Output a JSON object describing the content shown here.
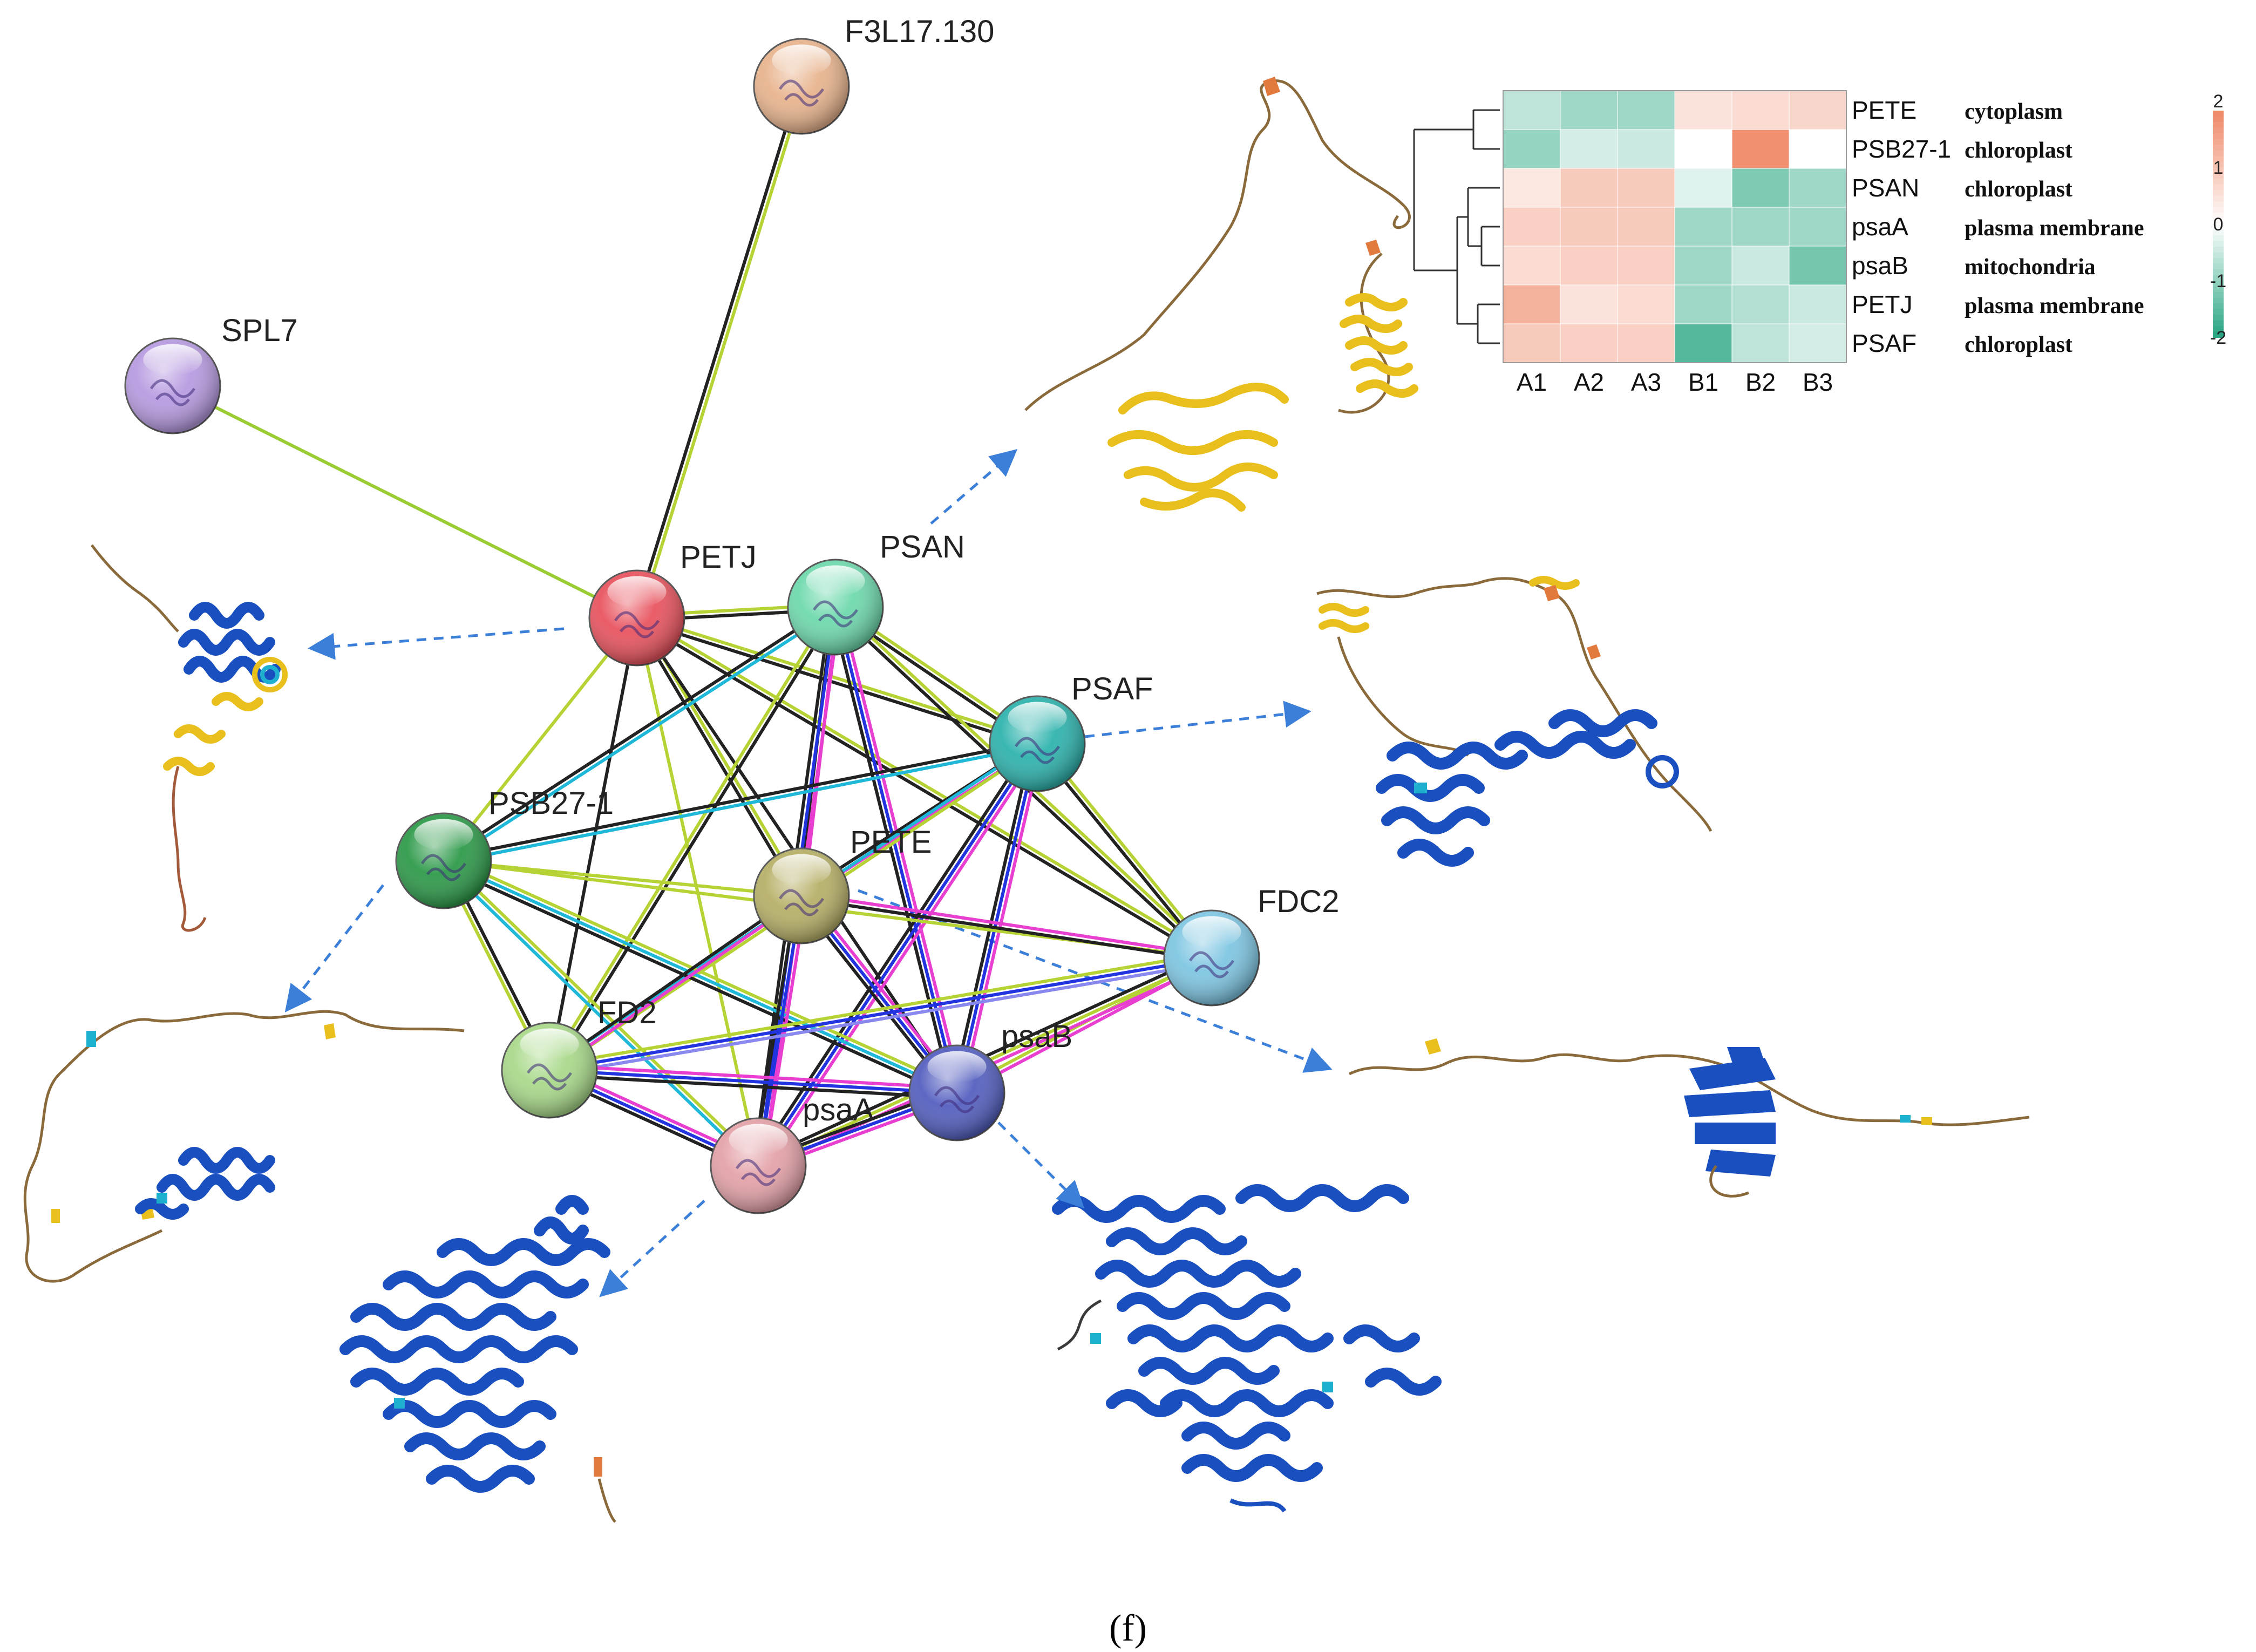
{
  "figure": {
    "panel_label": "(f)"
  },
  "network": {
    "nodes": [
      {
        "id": "F3L17.130",
        "label": "F3L17.130",
        "color": "#e8b48e"
      },
      {
        "id": "SPL7",
        "label": "SPL7",
        "color": "#b79be0"
      },
      {
        "id": "PETJ",
        "label": "PETJ",
        "color": "#e8545f"
      },
      {
        "id": "PSAN",
        "label": "PSAN",
        "color": "#6fd9ad"
      },
      {
        "id": "PSAF",
        "label": "PSAF",
        "color": "#2fb3ad"
      },
      {
        "id": "PSB27-1",
        "label": "PSB27-1",
        "color": "#2e9a4a"
      },
      {
        "id": "PETE",
        "label": "PETE",
        "color": "#b7b068"
      },
      {
        "id": "FDC2",
        "label": "FDC2",
        "color": "#7fc6e2"
      },
      {
        "id": "FD2",
        "label": "FD2",
        "color": "#a9d98a"
      },
      {
        "id": "psaB",
        "label": "psaB",
        "color": "#5560c0"
      },
      {
        "id": "psaA",
        "label": "psaA",
        "color": "#e3a2a8"
      }
    ],
    "edges": [
      {
        "source": "F3L17.130",
        "target": "PETJ",
        "colors": [
          "#b5d334",
          "#222222"
        ]
      },
      {
        "source": "SPL7",
        "target": "PETJ",
        "colors": [
          "#9ccc34"
        ]
      },
      {
        "source": "PETJ",
        "target": "PSAN",
        "colors": [
          "#b5d334",
          "#222222"
        ]
      },
      {
        "source": "PETJ",
        "target": "PSAF",
        "colors": [
          "#b5d334",
          "#222222"
        ]
      },
      {
        "source": "PETJ",
        "target": "PSB27-1",
        "colors": [
          "#b5d334"
        ]
      },
      {
        "source": "PETJ",
        "target": "PETE",
        "colors": [
          "#b5d334",
          "#222222"
        ]
      },
      {
        "source": "PETJ",
        "target": "FDC2",
        "colors": [
          "#b5d334",
          "#222222"
        ]
      },
      {
        "source": "PETJ",
        "target": "FD2",
        "colors": [
          "#222222"
        ]
      },
      {
        "source": "PETJ",
        "target": "psaB",
        "colors": [
          "#222222"
        ]
      },
      {
        "source": "PETJ",
        "target": "psaA",
        "colors": [
          "#b5d334"
        ]
      },
      {
        "source": "PSAN",
        "target": "PSAF",
        "colors": [
          "#b5d334",
          "#222222"
        ]
      },
      {
        "source": "PSAN",
        "target": "PSB27-1",
        "colors": [
          "#1fb8d8",
          "#222222"
        ]
      },
      {
        "source": "PSAN",
        "target": "PETE",
        "colors": [
          "#e83fd0",
          "#222222"
        ]
      },
      {
        "source": "PSAN",
        "target": "FDC2",
        "colors": [
          "#b5d334",
          "#222222"
        ]
      },
      {
        "source": "PSAN",
        "target": "FD2",
        "colors": [
          "#222222",
          "#b5d334"
        ]
      },
      {
        "source": "PSAN",
        "target": "psaB",
        "colors": [
          "#e83fd0",
          "#2233e0",
          "#222222"
        ]
      },
      {
        "source": "PSAN",
        "target": "psaA",
        "colors": [
          "#e83fd0",
          "#2233e0",
          "#222222"
        ]
      },
      {
        "source": "PSAF",
        "target": "PSB27-1",
        "colors": [
          "#1fb8d8",
          "#222222"
        ]
      },
      {
        "source": "PSAF",
        "target": "PETE",
        "colors": [
          "#e83fd0",
          "#222222"
        ]
      },
      {
        "source": "PSAF",
        "target": "FDC2",
        "colors": [
          "#b5d334",
          "#222222"
        ]
      },
      {
        "source": "PSAF",
        "target": "FD2",
        "colors": [
          "#b5d334",
          "#1fb8d8"
        ]
      },
      {
        "source": "PSAF",
        "target": "psaB",
        "colors": [
          "#e83fd0",
          "#2233e0",
          "#222222"
        ]
      },
      {
        "source": "PSAF",
        "target": "psaA",
        "colors": [
          "#e83fd0",
          "#2233e0",
          "#222222"
        ]
      },
      {
        "source": "PSB27-1",
        "target": "PETE",
        "colors": [
          "#b5d334"
        ]
      },
      {
        "source": "PSB27-1",
        "target": "FD2",
        "colors": [
          "#222222",
          "#b5d334"
        ]
      },
      {
        "source": "PSB27-1",
        "target": "psaB",
        "colors": [
          "#b5d334",
          "#1fb8d8",
          "#222222"
        ]
      },
      {
        "source": "PSB27-1",
        "target": "psaA",
        "colors": [
          "#b5d334",
          "#1fb8d8"
        ]
      },
      {
        "source": "PSB27-1",
        "target": "FDC2",
        "colors": [
          "#b5d334"
        ]
      },
      {
        "source": "PETE",
        "target": "FDC2",
        "colors": [
          "#e83fd0",
          "#222222"
        ]
      },
      {
        "source": "PETE",
        "target": "FD2",
        "colors": [
          "#e83fd0",
          "#222222"
        ]
      },
      {
        "source": "PETE",
        "target": "psaB",
        "colors": [
          "#e83fd0",
          "#2233e0",
          "#222222"
        ]
      },
      {
        "source": "PETE",
        "target": "psaA",
        "colors": [
          "#e83fd0",
          "#2233e0",
          "#222222"
        ]
      },
      {
        "source": "FDC2",
        "target": "FD2",
        "colors": [
          "#8888ee",
          "#2233e0",
          "#b5d334"
        ]
      },
      {
        "source": "FDC2",
        "target": "psaB",
        "colors": [
          "#e83fd0",
          "#b5d334"
        ]
      },
      {
        "source": "FDC2",
        "target": "psaA",
        "colors": [
          "#e83fd0",
          "#b5d334",
          "#222222"
        ]
      },
      {
        "source": "FD2",
        "target": "psaB",
        "colors": [
          "#e83fd0",
          "#2233e0",
          "#222222"
        ]
      },
      {
        "source": "FD2",
        "target": "psaA",
        "colors": [
          "#e83fd0",
          "#2233e0",
          "#222222"
        ]
      },
      {
        "source": "psaB",
        "target": "psaA",
        "colors": [
          "#e83fd0",
          "#2233e0",
          "#222222"
        ]
      }
    ]
  },
  "chart_data": {
    "type": "heatmap",
    "columns": [
      "A1",
      "A2",
      "A3",
      "B1",
      "B2",
      "B3"
    ],
    "rows": [
      "PETE",
      "PSB27-1",
      "PSAN",
      "psaA",
      "psaB",
      "PETJ",
      "PSAF"
    ],
    "localization": [
      "cytoplasm",
      "chloroplast",
      "chloroplast",
      "plasma membrane",
      "mitochondria",
      "plasma membrane",
      "chloroplast"
    ],
    "values": [
      [
        -0.6,
        -0.9,
        -0.9,
        0.5,
        0.6,
        0.7
      ],
      [
        -1.0,
        -0.4,
        -0.5,
        0.0,
        1.9,
        0.0
      ],
      [
        0.4,
        0.9,
        0.9,
        -0.3,
        -1.2,
        -0.9
      ],
      [
        0.8,
        0.9,
        0.9,
        -0.9,
        -0.9,
        -0.9
      ],
      [
        0.6,
        0.8,
        0.8,
        -0.9,
        -0.5,
        -1.3
      ],
      [
        1.3,
        0.5,
        0.6,
        -0.9,
        -0.7,
        -0.5
      ],
      [
        0.9,
        0.8,
        0.8,
        -1.6,
        -0.6,
        -0.4
      ]
    ],
    "scale": {
      "min": -2,
      "max": 2,
      "ticks": [
        "2",
        "1",
        "0",
        "-1",
        "-2"
      ],
      "high_color": "#ef8a6a",
      "mid_color": "#ffffff",
      "low_color": "#2aa684"
    }
  },
  "arrow_color": "#3b7fd9"
}
